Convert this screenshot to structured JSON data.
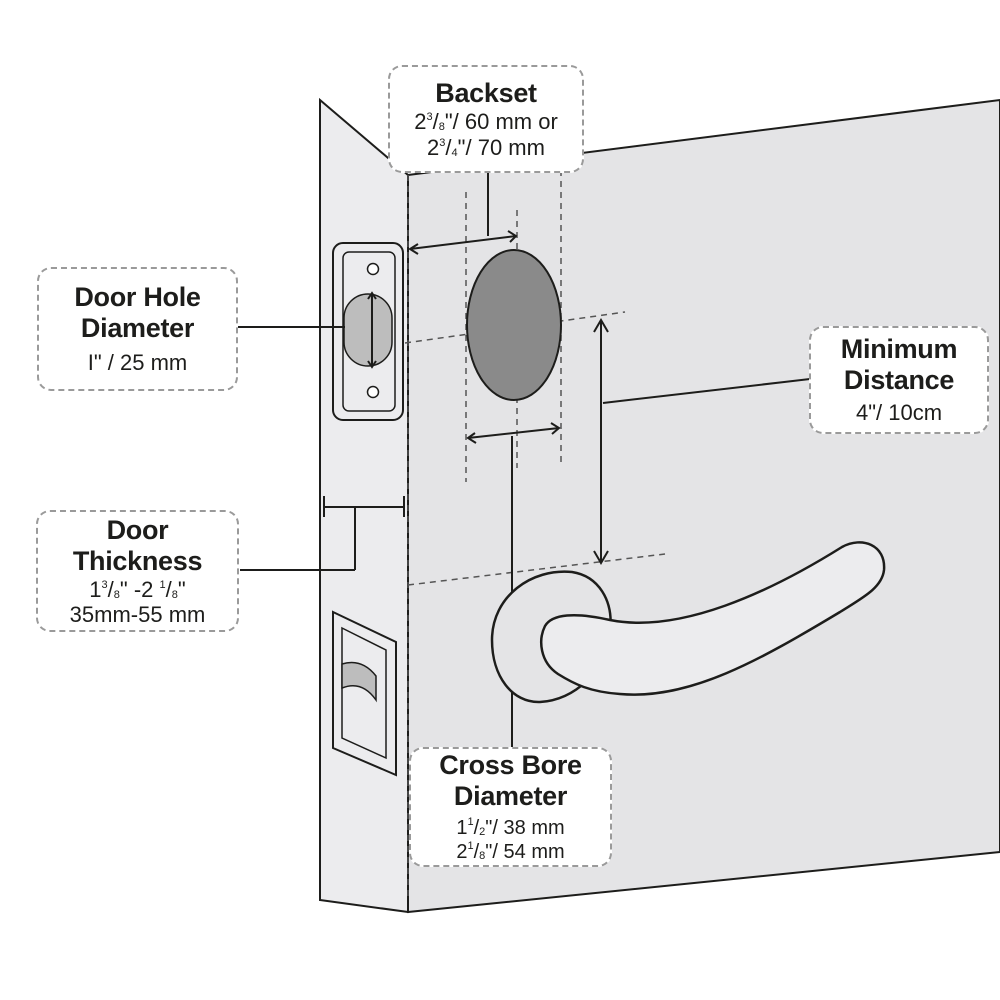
{
  "colors": {
    "door_face": "#e4e4e6",
    "door_edge": "#ececee",
    "outline": "#1d1d1b",
    "bore_fill": "#8a8a8a",
    "hole_fill": "#bdbdbd",
    "callout_border": "#9a9a9a"
  },
  "callouts": {
    "backset": {
      "title": "Backset",
      "line1": {
        "whole": "2",
        "num": "3",
        "den": "8",
        "rest": "\"/ 60 mm or"
      },
      "line2": {
        "whole": "2",
        "num": "3",
        "den": "4",
        "rest": "\"/ 70 mm"
      }
    },
    "door_hole": {
      "title_line1": "Door Hole",
      "title_line2": "Diameter",
      "value": "I\" / 25 mm"
    },
    "minimum_distance": {
      "title_line1": "Minimum",
      "title_line2": "Distance",
      "value": "4\"/ 10cm"
    },
    "door_thickness": {
      "title_line1": "Door",
      "title_line2": "Thickness",
      "range": {
        "a_whole": "1",
        "a_num": "3",
        "a_den": "8",
        "sep": "\" -2 ",
        "b_num": "1",
        "b_den": "8",
        "end": "\""
      },
      "value_mm": "35mm-55 mm"
    },
    "cross_bore": {
      "title_line1": "Cross Bore",
      "title_line2": "Diameter",
      "line1": {
        "whole": "1",
        "num": "1",
        "den": "2",
        "rest": "\"/ 38 mm"
      },
      "line2": {
        "whole": "2",
        "num": "1",
        "den": "8",
        "rest": "\"/ 54 mm"
      }
    }
  }
}
